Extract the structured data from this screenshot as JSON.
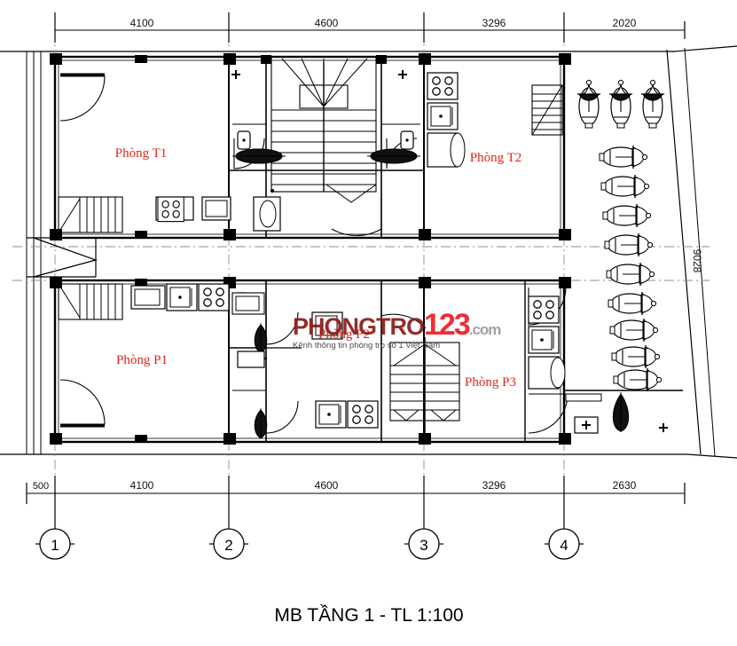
{
  "drawing": {
    "title": "MB TẦNG 1 - TL 1:100",
    "scale_label": "TL 1:100",
    "accent_room_color": "#e2241b",
    "line_color": "#000000"
  },
  "dimensions": {
    "top": [
      {
        "label": "4100"
      },
      {
        "label": "4600"
      },
      {
        "label": "3296"
      },
      {
        "label": "2020"
      }
    ],
    "bottom": [
      {
        "label": "500"
      },
      {
        "label": "4100"
      },
      {
        "label": "4600"
      },
      {
        "label": "3296"
      },
      {
        "label": "2630"
      }
    ],
    "right_vertical": [
      {
        "label": "9028"
      }
    ]
  },
  "grid_bubbles": [
    {
      "label": "1"
    },
    {
      "label": "2"
    },
    {
      "label": "3"
    },
    {
      "label": "4"
    }
  ],
  "rooms": [
    {
      "id": "t1",
      "label": "Phòng T1"
    },
    {
      "id": "t2",
      "label": "Phòng T2"
    },
    {
      "id": "p1",
      "label": "Phòng P1"
    },
    {
      "id": "p2",
      "label": "Phòng P2"
    },
    {
      "id": "p3",
      "label": "Phòng P3"
    }
  ],
  "watermark": {
    "part1": "PHONGTRO",
    "part2": "123",
    "part3": ".com",
    "tagline": "Kênh thông tin phòng trọ số 1 Việt Nam",
    "color1": "#8c1b18",
    "color2": "#ef1c24",
    "color3": "#9a9a9a"
  },
  "parking": {
    "vertical_motorcycles": 3,
    "horizontal_motorcycles": 9
  }
}
